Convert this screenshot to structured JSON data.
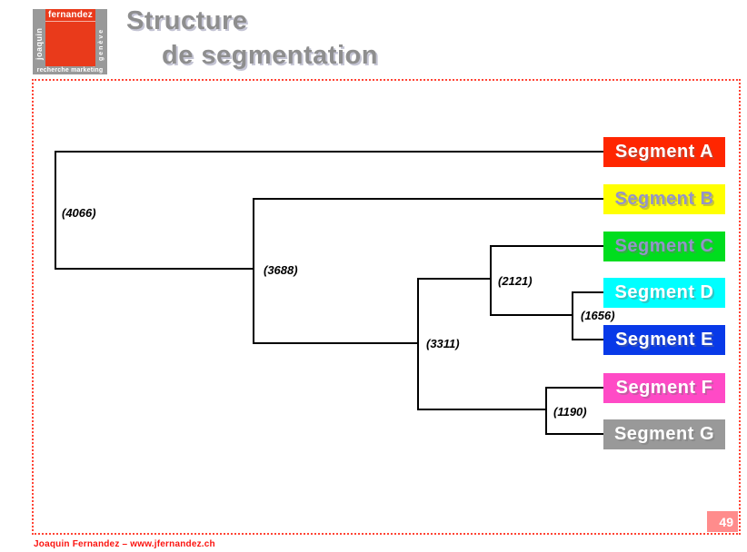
{
  "logo": {
    "top_text": "fernandez",
    "left_text": "joaquin",
    "right_text": "genève",
    "bottom_text": "recherche marketing",
    "red": "#e93a1b",
    "gray": "#999999"
  },
  "title": {
    "line1": "Structure",
    "line2": "de segmentation",
    "color": "#8e8e8e"
  },
  "diagram": {
    "type": "dendrogram",
    "frame_border_color": "#ff4334",
    "line_color": "#000000",
    "nodes": [
      {
        "id": "n4066",
        "label": "(4066)",
        "value": 4066,
        "children": [
          "Segment A",
          "n3688"
        ]
      },
      {
        "id": "n3688",
        "label": "(3688)",
        "value": 3688,
        "children": [
          "Segment B",
          "n3311"
        ]
      },
      {
        "id": "n3311",
        "label": "(3311)",
        "value": 3311,
        "children": [
          "n2121",
          "n1190"
        ]
      },
      {
        "id": "n2121",
        "label": "(2121)",
        "value": 2121,
        "children": [
          "Segment C",
          "n1656"
        ]
      },
      {
        "id": "n1656",
        "label": "(1656)",
        "value": 1656,
        "children": [
          "Segment D",
          "Segment E"
        ]
      },
      {
        "id": "n1190",
        "label": "(1190)",
        "value": 1190,
        "children": [
          "Segment F",
          "Segment G"
        ]
      }
    ],
    "segments": [
      {
        "name": "Segment A",
        "bg": "#ff2600",
        "text_color": "#ffffff"
      },
      {
        "name": "Segment B",
        "bg": "#ffff00",
        "text_color": "#9494c8"
      },
      {
        "name": "Segment C",
        "bg": "#00dd1e",
        "text_color": "#9494c8"
      },
      {
        "name": "Segment D",
        "bg": "#00ffff",
        "text_color": "#ffffff"
      },
      {
        "name": "Segment E",
        "bg": "#0839e8",
        "text_color": "#ffffff"
      },
      {
        "name": "Segment F",
        "bg": "#ff4ac6",
        "text_color": "#ffffff"
      },
      {
        "name": "Segment G",
        "bg": "#999999",
        "text_color": "#ffffff"
      }
    ]
  },
  "footer": {
    "credit": "Joaquin Fernandez – www.jfernandez.ch",
    "page_number": "49",
    "page_badge_bg": "#ff8c8c"
  }
}
